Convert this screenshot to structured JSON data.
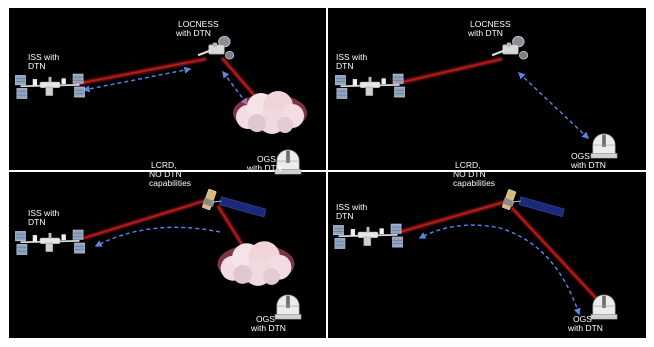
{
  "panels": [
    {
      "iss_label": [
        "ISS with",
        "DTN"
      ],
      "relay_label": [
        "LOCNESS",
        "with DTN"
      ],
      "colors": {
        "laser": "#e01818",
        "dtn_flow": "#5b86e8",
        "cloud_glow": "#e8507a",
        "panel_bg": "#000000"
      },
      "icons": [
        "iss-icon",
        "locness-terminal-icon",
        "cloud-icon",
        "laser-link",
        "dtn-flow-arrow"
      ]
    },
    {
      "iss_label": [
        "ISS with",
        "DTN"
      ],
      "relay_label": [
        "LOCNESS",
        "with DTN"
      ],
      "ogs_label": [
        "OGS",
        "with DTN"
      ],
      "icons": [
        "iss-icon",
        "locness-terminal-icon",
        "ogs-dome-icon",
        "laser-link",
        "dtn-flow-arrow"
      ]
    },
    {
      "iss_label": [
        "ISS with",
        "DTN"
      ],
      "relay_label": [
        "LCRD,",
        "NO DTN",
        "capabilities"
      ],
      "ogs_top_label": [
        "OGS",
        "with DTN"
      ],
      "ogs_bottom_label": [
        "OGS",
        "with DTN"
      ],
      "icons": [
        "iss-icon",
        "lcrd-satellite-icon",
        "cloud-icon",
        "ogs-dome-icon",
        "laser-link",
        "dtn-flow-arrow"
      ]
    },
    {
      "iss_label": [
        "ISS with",
        "DTN"
      ],
      "relay_label": [
        "LCRD,",
        "NO DTN",
        "capabilities"
      ],
      "ogs_label": [
        "OGS",
        "with DTN"
      ],
      "icons": [
        "iss-icon",
        "lcrd-satellite-icon",
        "ogs-dome-icon",
        "laser-link",
        "dtn-flow-arrow"
      ]
    }
  ]
}
